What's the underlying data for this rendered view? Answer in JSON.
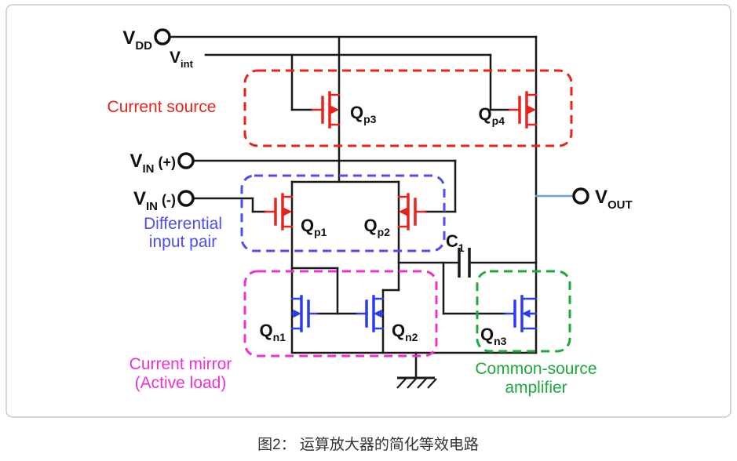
{
  "caption": "图2： 运算放大器的简化等效电路",
  "colors": {
    "wire": "#1a1a1a",
    "pmos": "#e8231d",
    "nmos": "#2b3bee",
    "vout_wire": "#6ba3d6",
    "terminal": "#111111",
    "border": "#c9c9c9"
  },
  "terminals": {
    "vdd": {
      "main": "V",
      "sub": "DD"
    },
    "vint": {
      "main": "V",
      "sub": "int"
    },
    "vin_plus": {
      "main": "V",
      "sub": "IN",
      "suffix": "(+)"
    },
    "vin_minus": {
      "main": "V",
      "sub": "IN",
      "suffix": "(-)"
    },
    "vout": {
      "main": "V",
      "sub": "OUT"
    }
  },
  "blocks": {
    "current_source": {
      "label": "Current source",
      "color": "#e8231d"
    },
    "differential_pair": {
      "line1": "Differential",
      "line2": "input pair",
      "color": "#4d4df2"
    },
    "current_mirror": {
      "line1": "Current mirror",
      "line2": "(Active load)",
      "color": "#ef2fd4"
    },
    "common_source": {
      "line1": "Common-source",
      "line2": "amplifier",
      "color": "#1fa83c"
    }
  },
  "transistors": {
    "qp1": {
      "main": "Q",
      "sub": "p1"
    },
    "qp2": {
      "main": "Q",
      "sub": "p2"
    },
    "qp3": {
      "main": "Q",
      "sub": "p3"
    },
    "qp4": {
      "main": "Q",
      "sub": "p4"
    },
    "qn1": {
      "main": "Q",
      "sub": "n1"
    },
    "qn2": {
      "main": "Q",
      "sub": "n2"
    },
    "qn3": {
      "main": "Q",
      "sub": "n3"
    }
  },
  "capacitor": {
    "main": "C",
    "sub": "1"
  }
}
